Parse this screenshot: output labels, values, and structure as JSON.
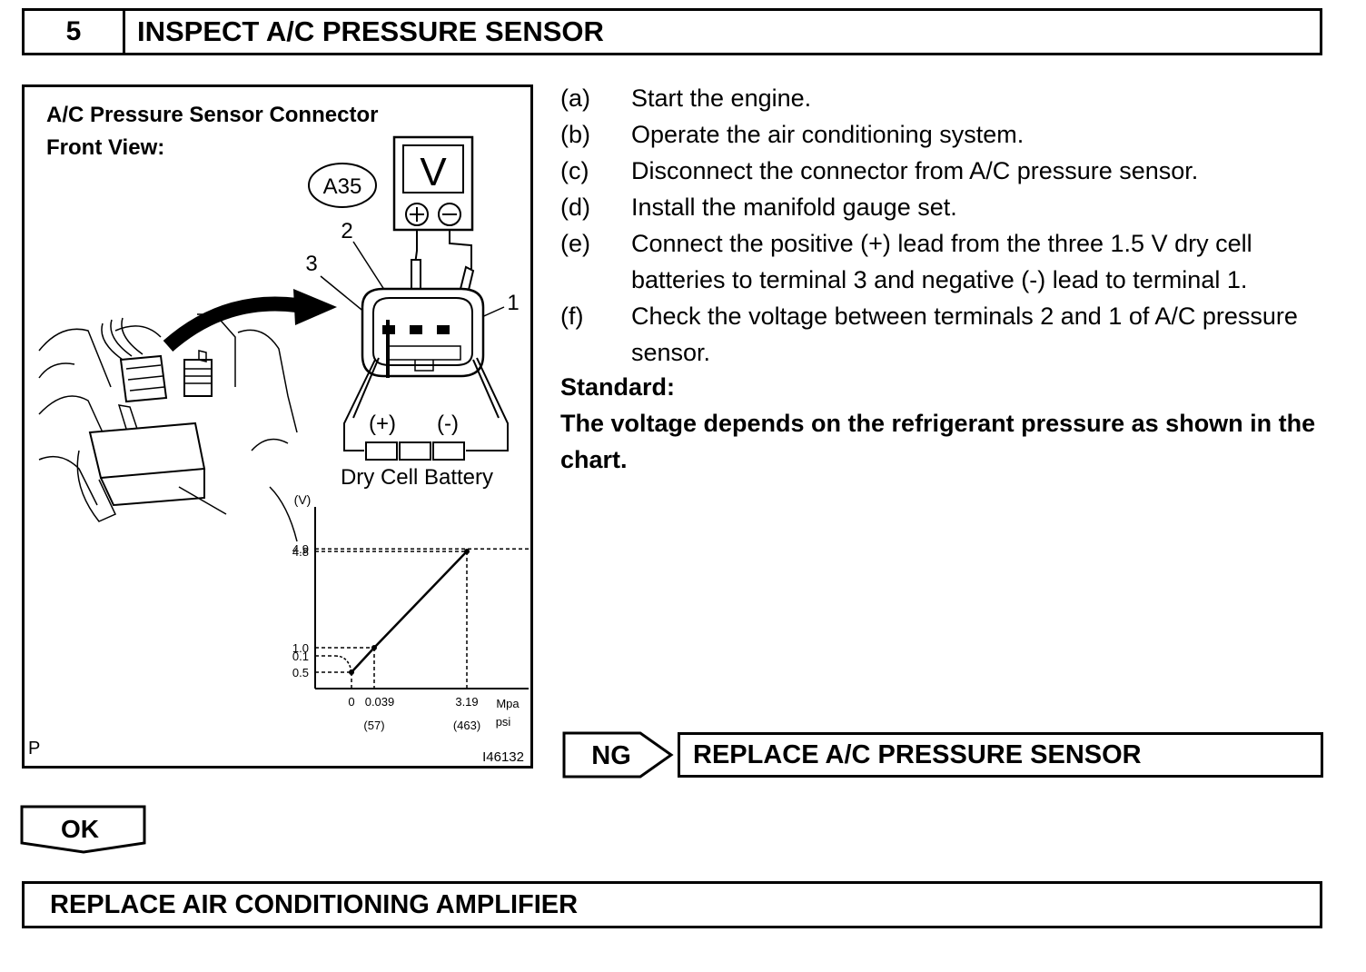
{
  "header": {
    "step_number": "5",
    "title": "INSPECT A/C PRESSURE SENSOR"
  },
  "figure": {
    "title_line1": "A/C  Pressure  Sensor  Connector",
    "title_line2": "Front View:",
    "connector_id": "A35",
    "meter_symbol": "V",
    "terminals": [
      "1",
      "2",
      "3"
    ],
    "battery_pos": "(+)",
    "battery_neg": "(-)",
    "battery_label": "Dry Cell Battery",
    "corner_letter": "P",
    "figure_id": "I46132",
    "icons": [
      "voltmeter-icon",
      "plus-terminal-icon",
      "minus-terminal-icon",
      "sensor-connector-icon",
      "dry-cell-battery-icon",
      "engine-bay-illustration"
    ]
  },
  "chart_data": {
    "type": "line",
    "ylabel": "(V)",
    "xlabel_primary": "Mpa",
    "xlabel_secondary": "psi",
    "y_ticks": [
      "4.9",
      "4.8",
      "1.0",
      "0.5",
      "0.1"
    ],
    "x_ticks": [
      "0",
      "0.039",
      "3.19"
    ],
    "x_ticks_secondary": [
      "(57)",
      "(463)"
    ],
    "ylim": [
      0,
      5.2
    ],
    "series": [
      {
        "x": [
          0,
          0.039,
          3.19
        ],
        "y": [
          0.5,
          1.0,
          4.8
        ]
      }
    ],
    "low_curve": {
      "x": [
        -0.015,
        0
      ],
      "y": [
        0.1,
        0.5
      ]
    },
    "upper_limit_line": 4.9
  },
  "steps": [
    {
      "label": "(a)",
      "text": "Start the engine."
    },
    {
      "label": "(b)",
      "text": "Operate the air conditioning system."
    },
    {
      "label": "(c)",
      "text": "Disconnect the connector from A/C pressure sensor."
    },
    {
      "label": "(d)",
      "text": "Install the manifold gauge set."
    },
    {
      "label": "(e)",
      "text": "Connect the positive (+) lead from the three 1.5 V dry cell batteries to terminal 3 and negative (-) lead to terminal 1."
    },
    {
      "label": "(f)",
      "text": "Check the voltage between terminals 2 and 1 of A/C pressure sensor."
    }
  ],
  "standard": {
    "label": "Standard:",
    "text": "The voltage depends on the refrigerant pressure as shown in the chart."
  },
  "ng": {
    "label": "NG",
    "action": "REPLACE A/C PRESSURE SENSOR"
  },
  "ok": {
    "label": "OK"
  },
  "final_action": "REPLACE AIR CONDITIONING AMPLIFIER"
}
